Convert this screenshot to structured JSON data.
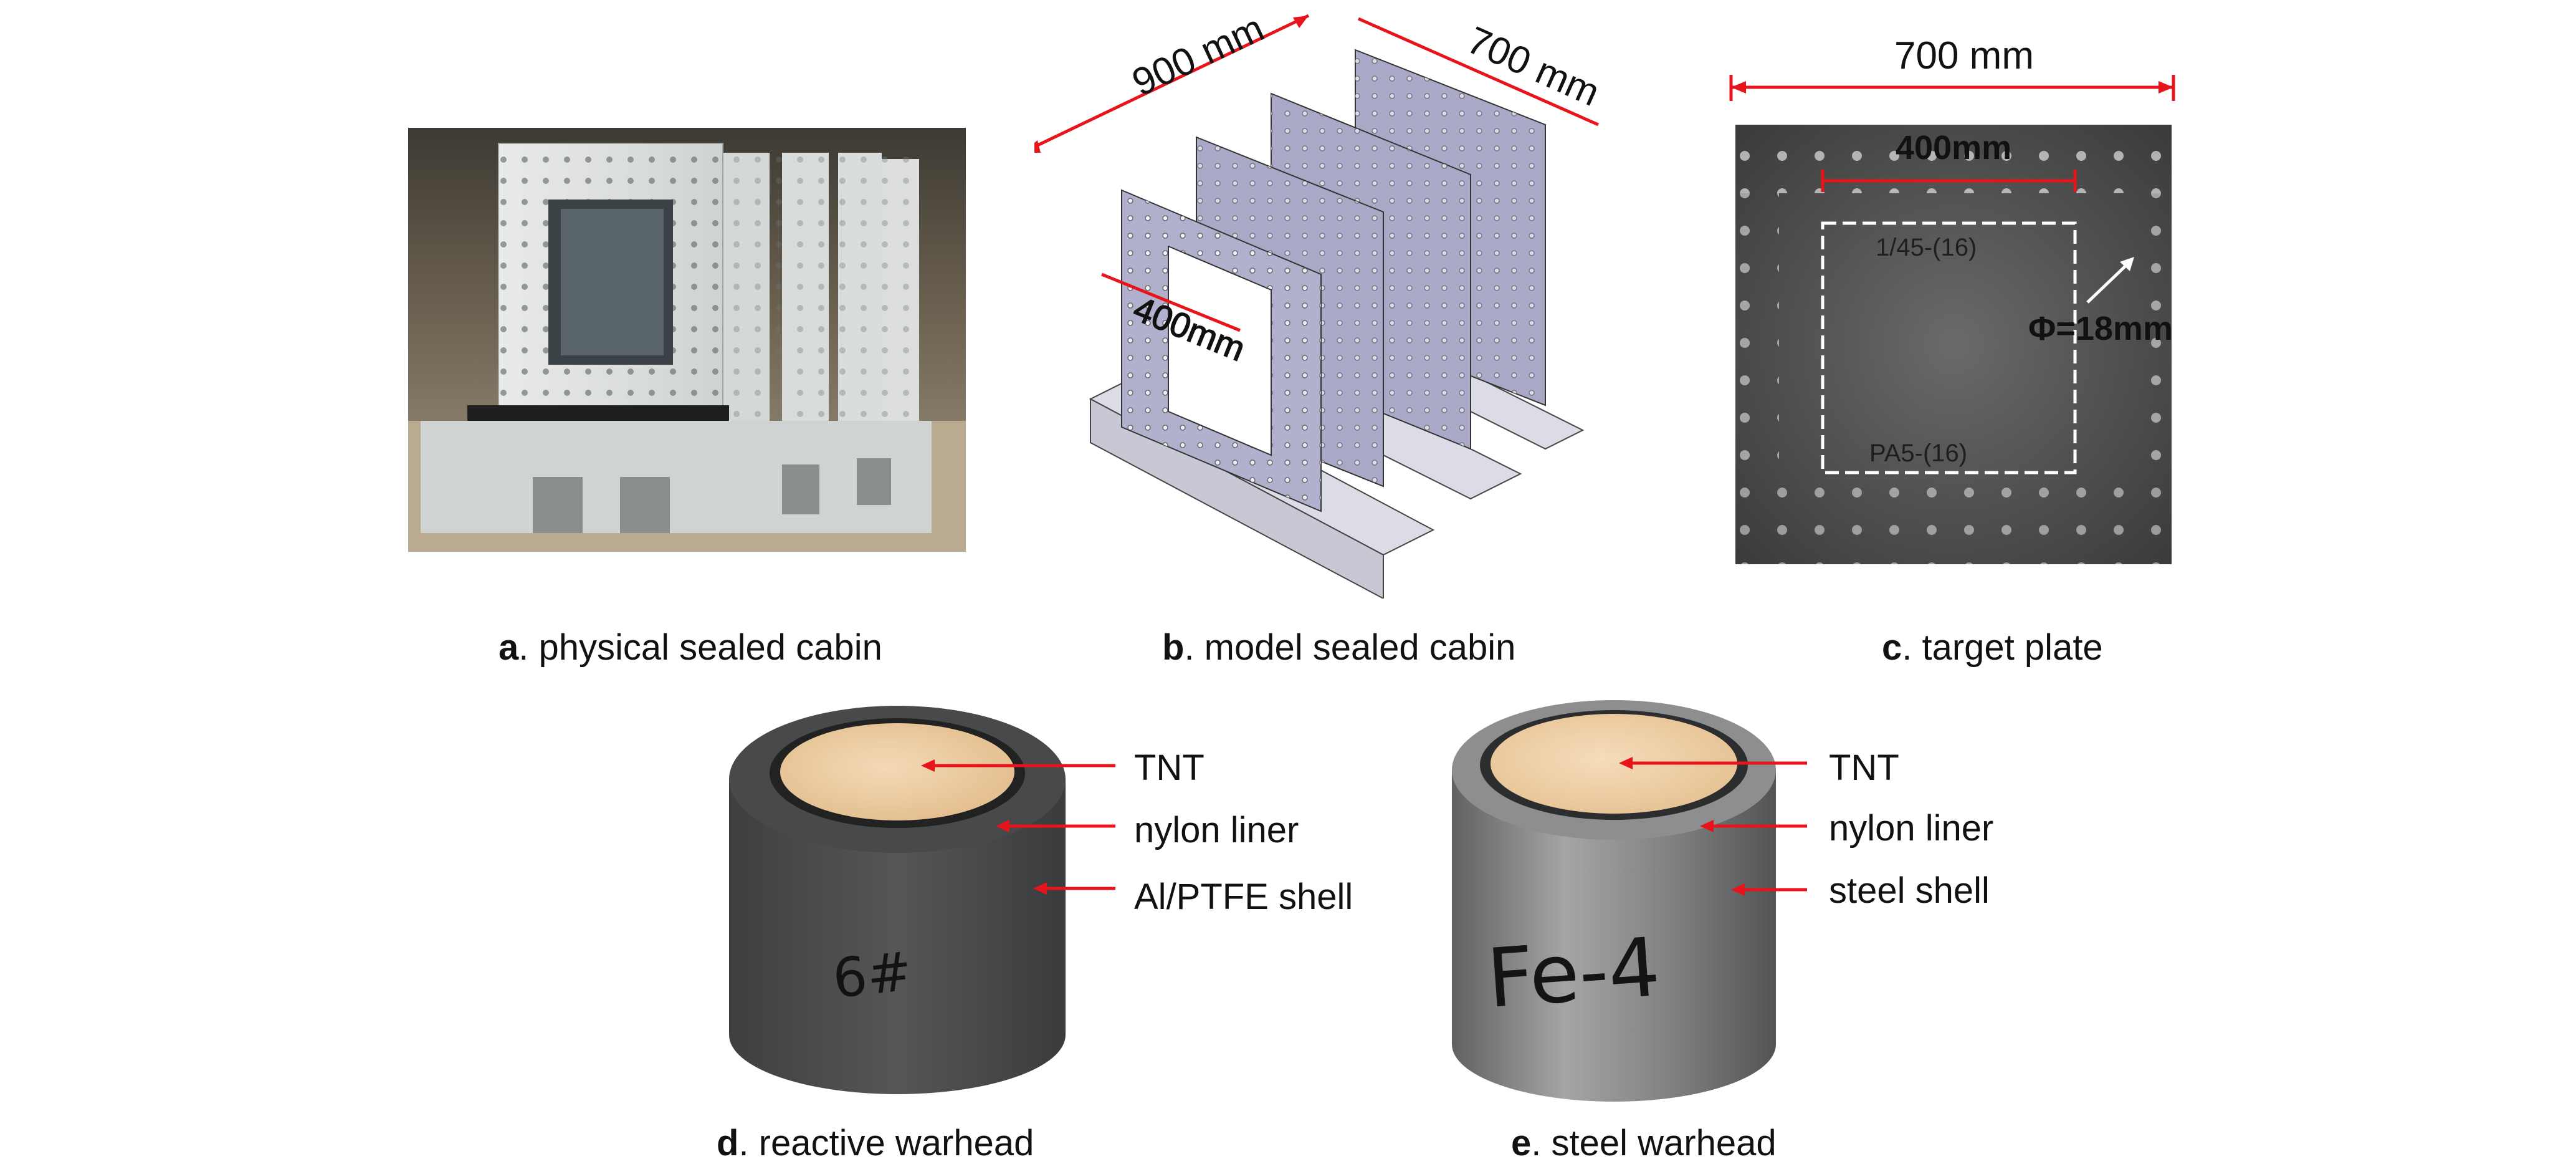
{
  "panels": {
    "a": {
      "letter": "a",
      "caption": ". physical sealed cabin"
    },
    "b": {
      "letter": "b",
      "caption": ". model sealed cabin",
      "dim_length": "900 mm",
      "dim_width": "700 mm",
      "dim_opening": "400mm"
    },
    "c": {
      "letter": "c",
      "caption": ". target plate",
      "dim_width": "700 mm",
      "dim_opening": "400mm",
      "dim_hole": "Φ=18mm",
      "marking_top": "1/45-(16)",
      "marking_bottom": "PA5-(16)"
    },
    "d": {
      "letter": "d",
      "caption": ". reactive warhead",
      "labels": [
        "TNT",
        "nylon liner",
        "Al/PTFE shell"
      ],
      "marking": "6#"
    },
    "e": {
      "letter": "e",
      "caption": ". steel warhead",
      "labels": [
        "TNT",
        "nylon liner",
        "steel shell"
      ],
      "marking": "Fe-4"
    }
  },
  "colors": {
    "annotation_red": "#e8141b",
    "caption_text": "#111111"
  }
}
